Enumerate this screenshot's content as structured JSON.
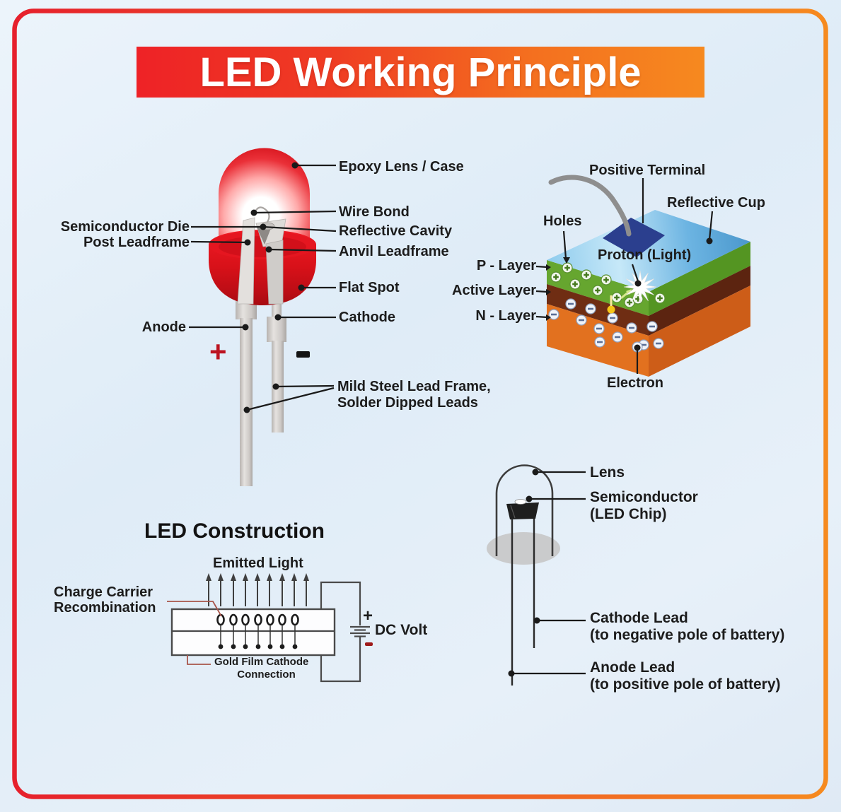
{
  "title": "LED Working Principle",
  "led": {
    "epoxy": "Epoxy Lens / Case",
    "wire_bond": "Wire Bond",
    "reflective_cavity": "Reflective Cavity",
    "anvil": "Anvil Leadframe",
    "flat_spot": "Flat Spot",
    "cathode": "Cathode",
    "semiconductor_die": "Semiconductor Die",
    "post_leadframe": "Post Leadframe",
    "anode": "Anode",
    "plus": "+",
    "minus": "-",
    "mild_steel_1": "Mild Steel Lead Frame,",
    "mild_steel_2": "Solder Dipped Leads"
  },
  "junction": {
    "positive_terminal": "Positive Terminal",
    "reflective_cup": "Reflective Cup",
    "holes": "Holes",
    "proton": "Proton (Light)",
    "p_layer": "P - Layer",
    "active_layer": "Active Layer",
    "n_layer": "N - Layer",
    "electron": "Electron"
  },
  "construction": {
    "heading": "LED Construction",
    "emitted_light": "Emitted Light",
    "charge_1": "Charge Carrier",
    "charge_2": "Recombination",
    "gold_1": "Gold Film Cathode",
    "gold_2": "Connection",
    "plus": "+",
    "minus": "-",
    "dc_volt": "DC Volt"
  },
  "cross_section": {
    "lens": "Lens",
    "semiconductor_1": "Semiconductor",
    "semiconductor_2": "(LED Chip)",
    "cathode_1": "Cathode Lead",
    "cathode_2": "(to negative pole of battery)",
    "anode_1": "Anode Lead",
    "anode_2": "(to positive pole of battery)"
  },
  "colors": {
    "banner_red": "#ee2226",
    "banner_orange": "#f6891f",
    "led_red": "#da1019",
    "plus_red": "#bc1320",
    "p_layer_green": "#66a62f",
    "active_layer_brown": "#6f2d13",
    "n_layer_orange": "#e2711f",
    "cup_blue": "#6cb4e2"
  }
}
